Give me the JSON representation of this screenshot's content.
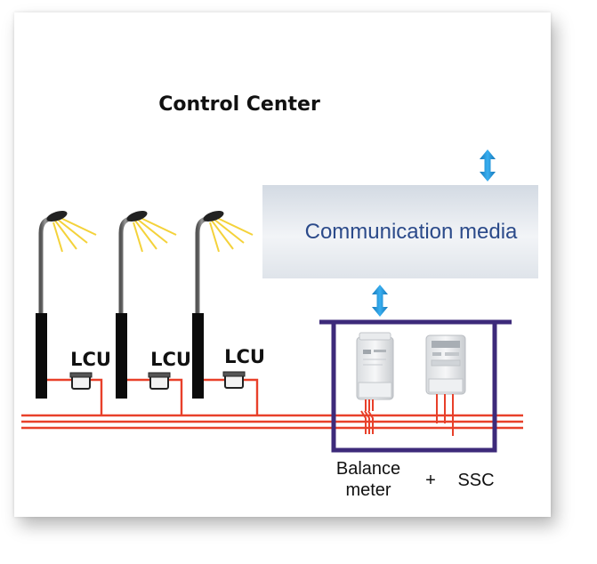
{
  "diagram": {
    "title": "Control Center",
    "communication_label": "Communication media",
    "lcu_labels": [
      "LCU",
      "LCU",
      "LCU"
    ],
    "balance_meter_label_line1": "Balance",
    "balance_meter_label_line2": "meter",
    "plus_label": "+",
    "ssc_label": "SSC",
    "colors": {
      "arrow": "#1e8fd0",
      "power_line": "#e8402a",
      "enclosure": "#3d2a7a",
      "comm_text": "#2b4a8a",
      "pole": "#111111",
      "light_ray": "#f4d23a"
    }
  }
}
